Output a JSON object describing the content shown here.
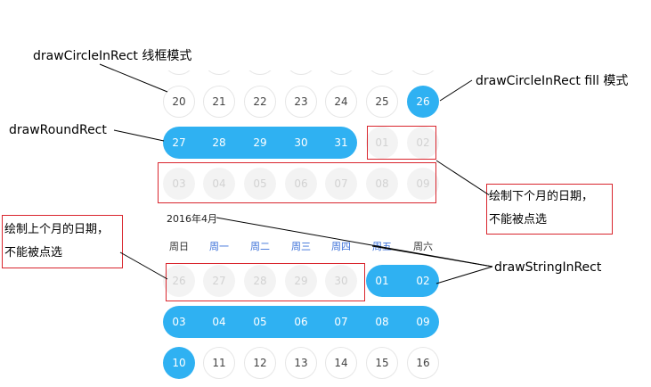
{
  "colors": {
    "accent": "#2fb1f2",
    "grayed_text": "#d2d2d2",
    "grayed_fill": "#f3f3f3",
    "annotation_border": "#d9262e",
    "weekday_accent": "#3a6fd8"
  },
  "calendar_top": {
    "row_week_1": [
      "20",
      "21",
      "22",
      "23",
      "24",
      "25",
      "26"
    ],
    "selected_day": "26",
    "row_week_2_current": [
      "27",
      "28",
      "29",
      "30",
      "31"
    ],
    "row_week_2_next": [
      "01",
      "02"
    ],
    "row_week_3_next": [
      "03",
      "04",
      "05",
      "06",
      "07",
      "08",
      "09"
    ]
  },
  "calendar_bottom": {
    "month_title": "2016年4月",
    "weekdays": [
      "周日",
      "周一",
      "周二",
      "周三",
      "周四",
      "周五",
      "周六"
    ],
    "row_week_1_prev": [
      "26",
      "27",
      "28",
      "29",
      "30"
    ],
    "row_week_1_current": [
      "01",
      "02"
    ],
    "row_week_2": [
      "03",
      "04",
      "05",
      "06",
      "07",
      "08",
      "09"
    ],
    "row_week_3": [
      "10",
      "11",
      "12",
      "13",
      "14",
      "15",
      "16"
    ],
    "selected_day": "10"
  },
  "annotations": {
    "outline_mode": "drawCircleInRect 线框模式",
    "fill_mode": "drawCircleInRect  fill 模式",
    "round_rect": "drawRoundRect",
    "string_in_rect": "drawStringInRect",
    "next_month_line1": "绘制下个月的日期，",
    "next_month_line2": "不能被点选",
    "prev_month_line1": "绘制上个月的日期，",
    "prev_month_line2": "不能被点选"
  }
}
